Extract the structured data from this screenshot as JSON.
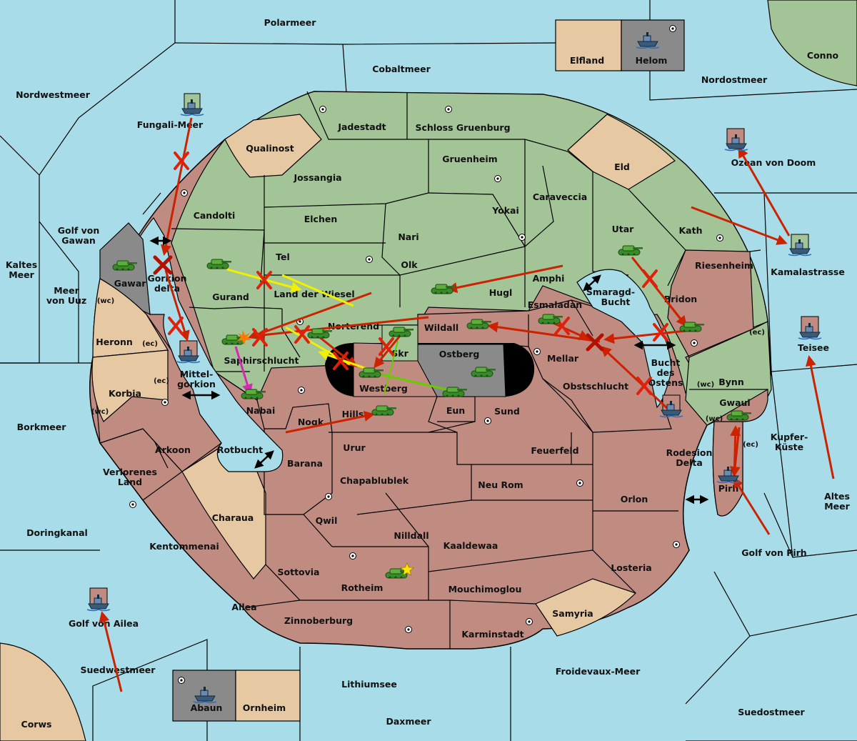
{
  "colors": {
    "sea": "#a8dce8",
    "green": "#a3c497",
    "red": "#c08c82",
    "beige": "#e6c9a2",
    "gray": "#8a8a8a",
    "order": "#cc2200",
    "support": "#f0f000",
    "convoy": "#66cc00",
    "retreat": "#d22ab0"
  },
  "seas": [
    "Polarmeer",
    "Cobaltmeer",
    "Nordwestmeer",
    "Nordostmeer",
    "Fungali-Meer",
    "Golf von Gawan",
    "Kaltes Meer",
    "Meer von Uuz",
    "Mittel-gorkion",
    "Borkmeer",
    "Rotbucht",
    "Smaragd-Bucht",
    "Bucht des Ostens",
    "Ozean von Doom",
    "Kamalastrasse",
    "Teisee",
    "Kupfer-Küste",
    "Rodesion Delta",
    "Altes Meer",
    "Golf von Pirh",
    "Doringkanal",
    "Golf von Ailea",
    "Suedwestmeer",
    "Lithiumsee",
    "Froidevaux-Meer",
    "Daxmeer",
    "Suedostmeer",
    "Corws",
    "Conno"
  ],
  "provinces": [
    "Elfland",
    "Helom",
    "Jadestadt",
    "Schloss Gruenburg",
    "Qualinost",
    "Gruenheim",
    "Eld",
    "Jossangia",
    "Candolti",
    "Caraveccia",
    "Elchen",
    "Yokai",
    "Nari",
    "Utar",
    "Kath",
    "Tel",
    "Olk",
    "Amphi",
    "Gurand",
    "Land der Wiesel",
    "Hugl",
    "Riesenheim",
    "Gawar",
    "Gorkion delta",
    "Esmaladan",
    "Bridon",
    "Norterend",
    "Wildall",
    "Heronn",
    "Skr",
    "Ostberg",
    "Mellar",
    "Saphirschlucht",
    "Westberg",
    "Obstschlucht",
    "Korbia",
    "Nabai",
    "Eun",
    "Sund",
    "Bynn",
    "Gwaul",
    "Nogk",
    "Hills",
    "Arkoon",
    "Urur",
    "Feuerfeld",
    "Barana",
    "Verlorenes Land",
    "Pirh",
    "Chapablublek",
    "Neu Rom",
    "Orlon",
    "Charaua",
    "Qwil",
    "Nilldall",
    "Kentommenai",
    "Kaaldewaa",
    "Sottovia",
    "Rotheim",
    "Losteria",
    "Mouchimoglou",
    "Samyria",
    "Ailea",
    "Zinnoberburg",
    "Karminstadt",
    "Abaun",
    "Ornheim"
  ],
  "coasts": [
    "(wc)",
    "(ec)",
    "(ec)",
    "(wc)",
    "(ec)",
    "(wc)",
    "(wc)",
    "(ec)"
  ]
}
